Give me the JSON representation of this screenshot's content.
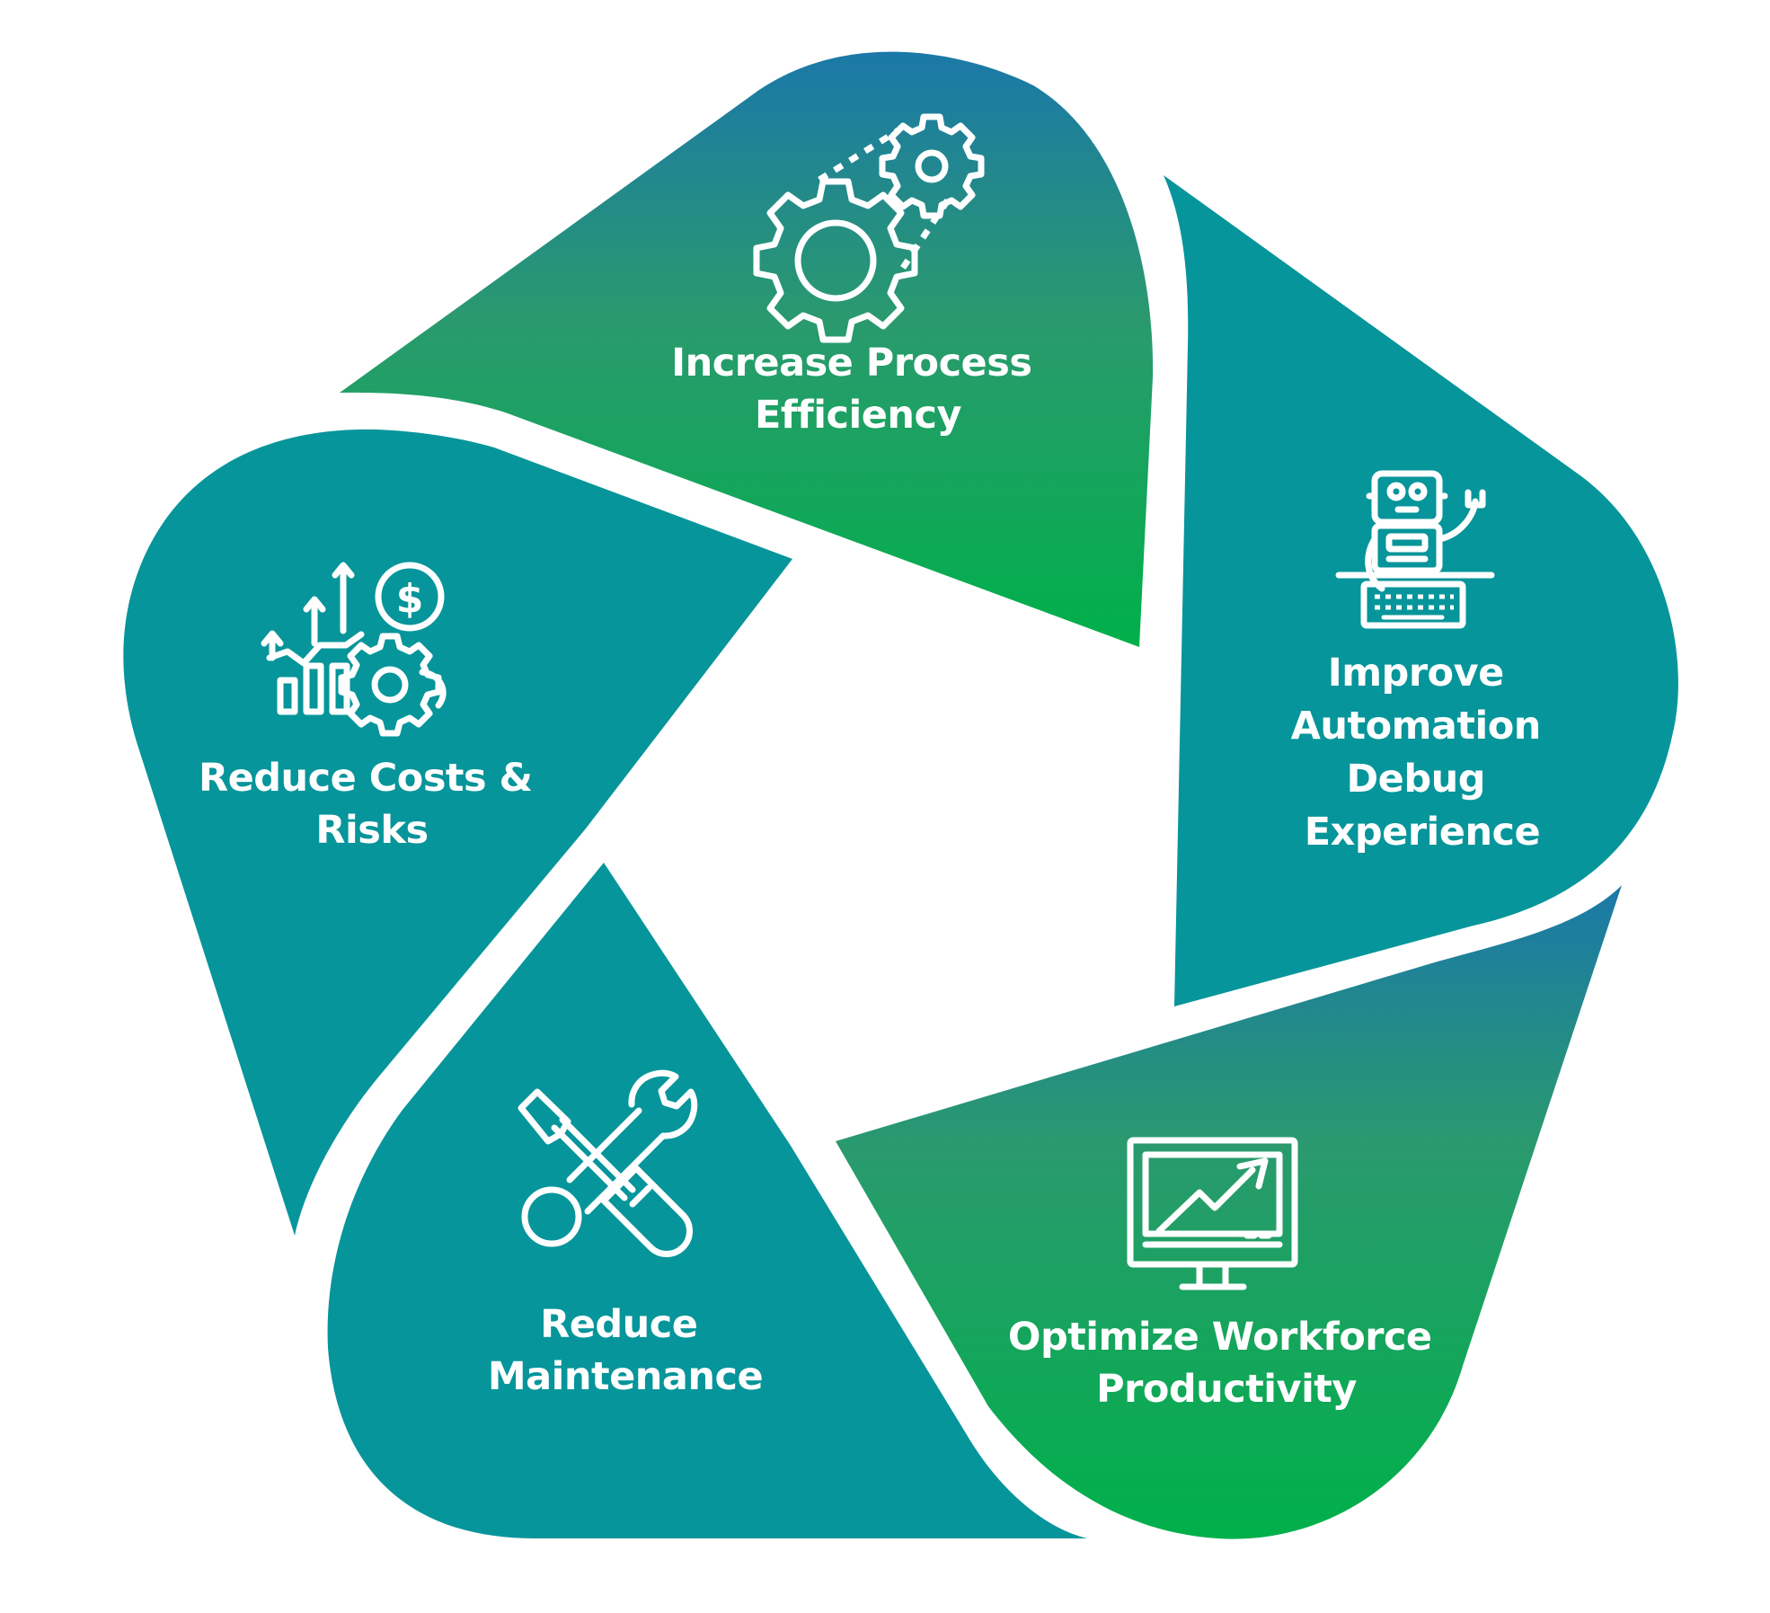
{
  "diagram": {
    "colors": {
      "teal": "#06959A",
      "gradient_top": "#1B78A8",
      "gradient_mid": "#2A9A6E",
      "gradient_bottom": "#00B04A",
      "text": "#FFFFFF",
      "background": "#FFFFFF"
    },
    "segments": [
      {
        "id": "top",
        "label_lines": [
          "Increase Process",
          "Efficiency"
        ],
        "icon": "gears-chain-icon",
        "fill": "gradient"
      },
      {
        "id": "right",
        "label_lines": [
          "Improve",
          "Automation",
          "Debug",
          "Experience"
        ],
        "icon": "robot-keyboard-icon",
        "fill": "teal"
      },
      {
        "id": "bottom-right",
        "label_lines": [
          "Optimize Workforce",
          "Productivity"
        ],
        "icon": "monitor-growth-chart-icon",
        "fill": "gradient"
      },
      {
        "id": "bottom-left",
        "label_lines": [
          "Reduce",
          "Maintenance"
        ],
        "icon": "wrench-screwdriver-icon",
        "fill": "teal"
      },
      {
        "id": "left",
        "label_lines": [
          "Reduce Costs &",
          "Risks"
        ],
        "icon": "cost-growth-gear-icon",
        "fill": "teal"
      }
    ]
  }
}
